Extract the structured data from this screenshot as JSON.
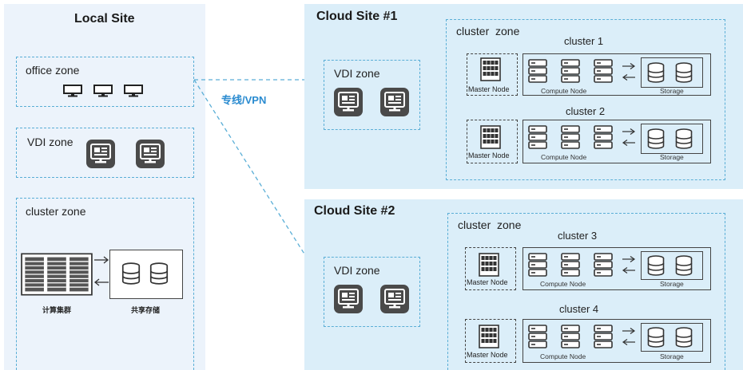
{
  "local_site": {
    "title": "Local Site",
    "office_zone": {
      "label": "office zone"
    },
    "vdi_zone": {
      "label": "VDI zone"
    },
    "cluster_zone": {
      "label": "cluster zone",
      "compute_label": "计算集群",
      "storage_label": "共享存储"
    }
  },
  "link": {
    "label": "专线/VPN"
  },
  "cloud_sites": [
    {
      "title": "Cloud Site #1",
      "vdi_label": "VDI zone",
      "cluster_zone_label": "cluster  zone",
      "clusters": [
        {
          "name": "cluster 1",
          "master": "Master Node",
          "compute": "Compute Node",
          "storage": "Storage"
        },
        {
          "name": "cluster 2",
          "master": "Master Node",
          "compute": "Compute Node",
          "storage": "Storage"
        }
      ]
    },
    {
      "title": "Cloud Site #2",
      "vdi_label": "VDI zone",
      "cluster_zone_label": "cluster  zone",
      "clusters": [
        {
          "name": "cluster 3",
          "master": "Master Node",
          "compute": "Compute Node",
          "storage": "Storage"
        },
        {
          "name": "cluster 4",
          "master": "Master Node",
          "compute": "Compute Node",
          "storage": "Storage"
        }
      ]
    }
  ],
  "colors": {
    "dashed_border": "#5aaed6",
    "local_bg": "#ecf3fb",
    "cloud_bg": "#dbeef9",
    "vpn_text": "#2a8bd0",
    "vdi_icon_bg": "#4a4a4a"
  }
}
